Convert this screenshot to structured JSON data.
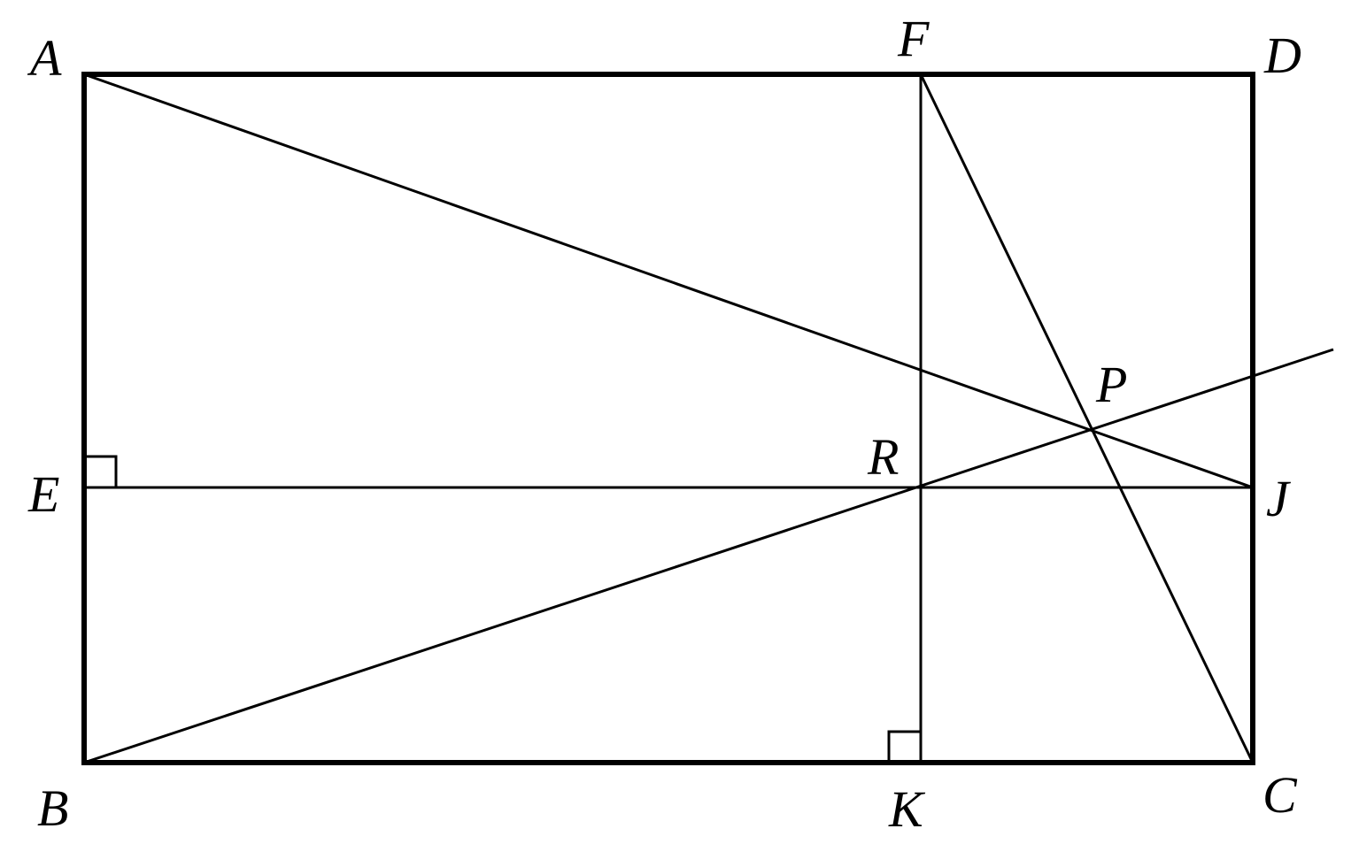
{
  "labels": {
    "A": "A",
    "B": "B",
    "C": "C",
    "D": "D",
    "E": "E",
    "F": "F",
    "J": "J",
    "K": "K",
    "P": "P",
    "R": "R"
  },
  "colors": {
    "stroke": "#000000",
    "background": "#ffffff"
  }
}
